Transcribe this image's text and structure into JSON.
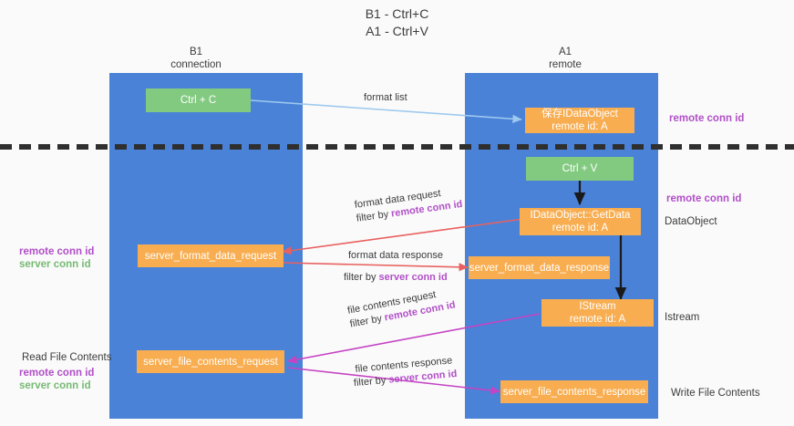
{
  "title": "B1 - Ctrl+C\nA1 - Ctrl+V",
  "columns": [
    {
      "name": "left-column-header",
      "label": "B1\nconnection"
    },
    {
      "name": "right-column-header",
      "label": "A1\nremote"
    }
  ],
  "boxes": [
    {
      "id": "ctrl-c",
      "label": "Ctrl + C",
      "color": "green"
    },
    {
      "id": "save-idataobject",
      "label": "保存IDataObject\nremote id: A",
      "color": "orange"
    },
    {
      "id": "ctrl-v",
      "label": "Ctrl + V",
      "color": "green"
    },
    {
      "id": "idataobject-getdata",
      "label": "IDataObject::GetData\nremote id: A",
      "color": "orange"
    },
    {
      "id": "server-format-data-request",
      "label": "server_format_data_request",
      "color": "orange"
    },
    {
      "id": "server-format-data-response",
      "label": "server_format_data_response",
      "color": "orange"
    },
    {
      "id": "istream",
      "label": "IStream\nremote id: A",
      "color": "orange"
    },
    {
      "id": "server-file-contents-request",
      "label": "server_file_contents_request",
      "color": "orange"
    },
    {
      "id": "server-file-contents-response",
      "label": "server_file_contents_response",
      "color": "orange"
    }
  ],
  "edges": [
    {
      "id": "format-list",
      "line1": "format list",
      "line2": "",
      "highlight": ""
    },
    {
      "id": "format-data-request",
      "line1": "format data request",
      "line2": "filter by ",
      "highlight": "remote conn id"
    },
    {
      "id": "format-data-response",
      "line1": "format data response",
      "line2": "filter by ",
      "highlight": "server conn id"
    },
    {
      "id": "file-contents-request",
      "line1": "file contents request",
      "line2": "filter by ",
      "highlight": "remote conn id"
    },
    {
      "id": "file-contents-response",
      "line1": "file contents response",
      "line2": "filter by ",
      "highlight": "server conn id"
    }
  ],
  "annotations": {
    "right_remote_conn_id_top": "remote conn id",
    "right_remote_conn_id_mid": "remote conn id",
    "right_dataobject": "DataObject",
    "right_istream": "Istream",
    "right_write_file_contents": "Write File Contents",
    "left_remote_conn_id": "remote conn id",
    "left_server_conn_id": "server conn id",
    "left_read_file_contents": "Read File Contents",
    "left_remote_conn_id_2": "remote conn id",
    "left_server_conn_id_2": "server conn id"
  },
  "colors": {
    "lane": "#4a82d8",
    "green_box": "#83ca81",
    "orange_box": "#f8ad50",
    "purple_text": "#b14fc8",
    "green_text": "#76ba74",
    "blue_arrow": "#9dc9ee",
    "red_arrow": "#e8615f",
    "magenta_arrow": "#c544c4",
    "black_arrow": "#1a1a1a",
    "separator": "#2f2f2f",
    "background": "#fafafa"
  }
}
